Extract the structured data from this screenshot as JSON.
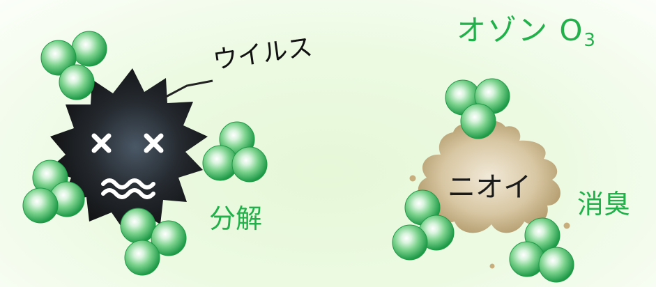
{
  "title": {
    "text": "オゾン O",
    "subscript": "3",
    "color": "#22b04a"
  },
  "virus": {
    "label": "ウイルス",
    "action": "分解",
    "body_color": "#1e1e1e"
  },
  "odor": {
    "label": "ニオイ",
    "action": "消臭",
    "body_color": "#c9b48e"
  },
  "molecule_color": "#2db45a"
}
